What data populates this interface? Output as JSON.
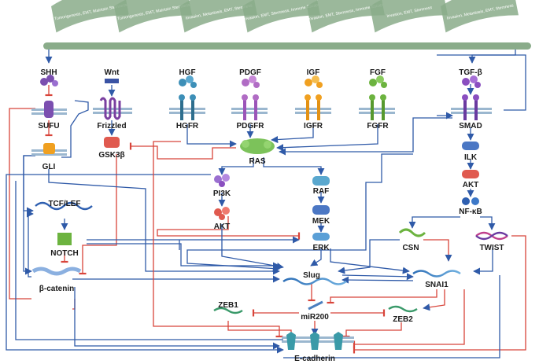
{
  "banners": [
    "Tumorigenesis, EMT, Maintain Stemness",
    "Tumorigenesis, EMT, Maintain Stemness",
    "Invasion, Metastasis, EMT, Stemness",
    "Invasion, EMT, Stemness, Immune Escape",
    "Invasion, EMT, Stemness, Immune Escape",
    "Invasion, EMT, Stemness",
    "Invasion, Metastasis, EMT, Stemness"
  ],
  "ligands": {
    "shh": "SHH",
    "wnt": "Wnt",
    "hgf": "HGF",
    "pdgf": "PDGF",
    "igf": "IGF",
    "fgf": "FGF",
    "tgfb": "TGF-β"
  },
  "receptors": {
    "sufu": "SUFU",
    "frizzled": "Frizzled",
    "hgfr": "HGFR",
    "pdgfr": "PDGFR",
    "igfr": "IGFR",
    "fgfr": "FGFR",
    "smad": "SMAD"
  },
  "nodes": {
    "gli": "GLI",
    "gsk3b": "GSK3β",
    "ras": "RAS",
    "pi3k": "PI3K",
    "akt_left": "AKT",
    "raf": "RAF",
    "mek": "MEK",
    "erk": "ERK",
    "ilk": "ILK",
    "akt_right": "AKT",
    "nfkb": "NF-κB",
    "tcf_lef": "TCF/LEF",
    "notch": "NOTCH",
    "beta_catenin": "β-catenin",
    "csn": "CSN",
    "twist": "TWIST",
    "slug": "Slug",
    "snai1": "SNAI1",
    "zeb1": "ZEB1",
    "mir200": "miR200",
    "zeb2": "ZEB2",
    "ecadherin": "E-cadherin"
  },
  "colors": {
    "activation": "#2f5aa8",
    "inhibition": "#d8443a",
    "banner": "#8aac8a",
    "shh": "#7b4fb0",
    "wnt": "#3a53a4",
    "hgf": "#3d8fb7",
    "pdgf": "#b06cc4",
    "igf": "#f0a020",
    "fgf": "#6cb33f",
    "tgfb": "#8a4fc0",
    "ras": "#7cc25a",
    "akt": "#e05a4f",
    "erk": "#5a9fd6",
    "ecadherin": "#3a9aa8"
  }
}
